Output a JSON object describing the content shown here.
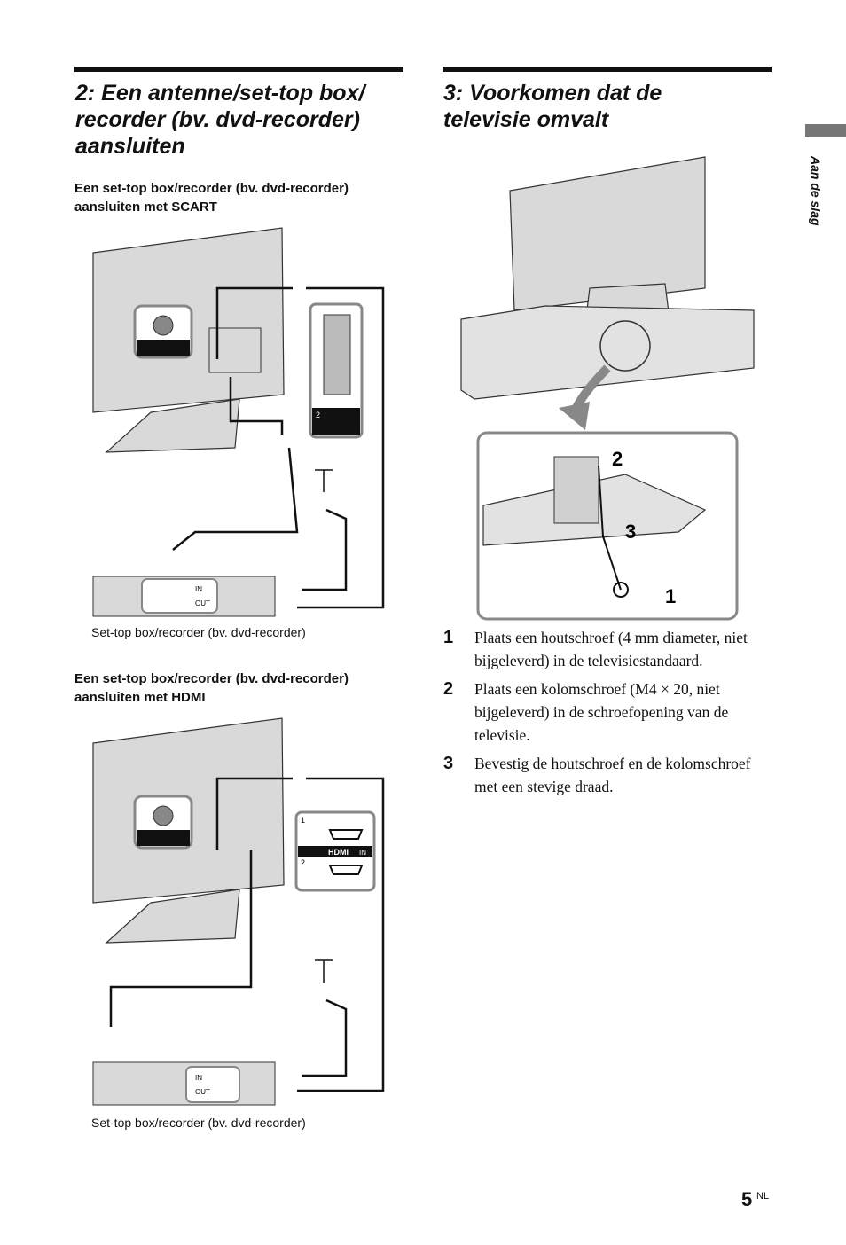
{
  "section2": {
    "title_line1": "2: Een antenne/set-top box/",
    "title_line2": "recorder (bv. dvd-recorder)",
    "title_line3": "aansluiten",
    "scart": {
      "heading_line1": "Een set-top box/recorder (bv. dvd-recorder)",
      "heading_line2": "aansluiten met SCART",
      "caption": "Set-top box/recorder (bv. dvd-recorder)",
      "port_number": "2",
      "in_label": "IN",
      "out_label": "OUT"
    },
    "hdmi": {
      "heading_line1": "Een set-top box/recorder (bv. dvd-recorder)",
      "heading_line2": "aansluiten met HDMI",
      "caption": "Set-top box/recorder (bv. dvd-recorder)",
      "port1": "1",
      "port2": "2",
      "hdmi_label": "HDMI",
      "hdmi_in": "IN",
      "in_label": "IN",
      "out_label": "OUT"
    }
  },
  "section3": {
    "title_line1": "3: Voorkomen dat de",
    "title_line2": "televisie omvalt",
    "callouts": [
      "2",
      "3",
      "1"
    ],
    "steps": [
      {
        "num": "1",
        "text": "Plaats een houtschroef (4 mm diameter, niet bijgeleverd) in de televisiestandaard."
      },
      {
        "num": "2",
        "text": "Plaats een kolomschroef (M4 × 20, niet bijgeleverd) in de schroefopening van de televisie."
      },
      {
        "num": "3",
        "text": "Bevestig de houtschroef en de kolomschroef met een stevige draad."
      }
    ]
  },
  "side_tab": {
    "label": "Aan de slag"
  },
  "footer": {
    "page_number": "5",
    "language": "NL"
  }
}
